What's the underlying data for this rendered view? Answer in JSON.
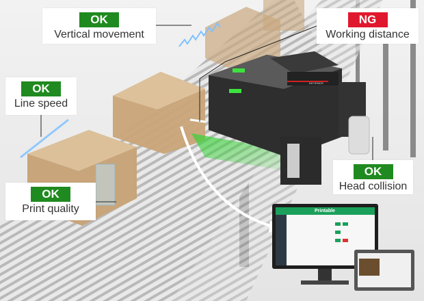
{
  "callouts": [
    {
      "id": "vertical-movement",
      "status": "OK",
      "label": "Vertical movement"
    },
    {
      "id": "working-distance",
      "status": "NG",
      "label": "Working distance"
    },
    {
      "id": "line-speed",
      "status": "OK",
      "label": "Line speed"
    },
    {
      "id": "print-quality",
      "status": "OK",
      "label": "Print quality"
    },
    {
      "id": "head-collision",
      "status": "OK",
      "label": "Head collision"
    }
  ],
  "monitor": {
    "title": "Printable"
  },
  "printer": {
    "brand": "KEYENCE"
  },
  "colors": {
    "ok": "#1f8a1f",
    "ng": "#e0182d",
    "accent": "#1aa05a"
  }
}
